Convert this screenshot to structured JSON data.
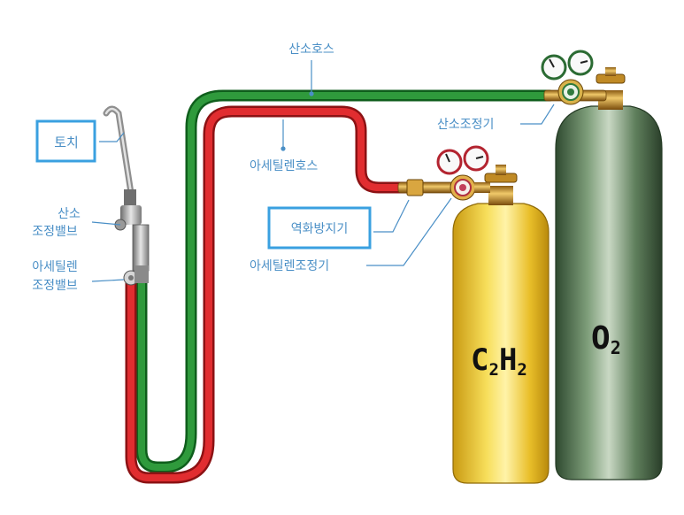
{
  "labels": {
    "oxygen_hose": "산소호스",
    "acetylene_hose": "아세틸렌호스",
    "torch": "토치",
    "oxygen_valve_line1": "산소",
    "oxygen_valve_line2": "조정밸브",
    "acetylene_valve_line1": "아세틸렌",
    "acetylene_valve_line2": "조정밸브",
    "oxygen_regulator": "산소조정기",
    "flashback_arrestor": "역화방지기",
    "acetylene_regulator": "아세틸렌조정기"
  },
  "cylinders": {
    "acetylene": {
      "c": "C",
      "c_sub": "2",
      "h": "H",
      "h_sub": "2"
    },
    "oxygen": {
      "o": "O",
      "o_sub": "2"
    }
  },
  "colors": {
    "oxygen_hose": "#1f8a2e",
    "acetylene_hose": "#d9262a",
    "label_text": "#4a8fc6",
    "highlight_box": "#3aa0e0",
    "acetylene_cylinder": "#f3cf37",
    "oxygen_cylinder": "#5e7f5c"
  }
}
